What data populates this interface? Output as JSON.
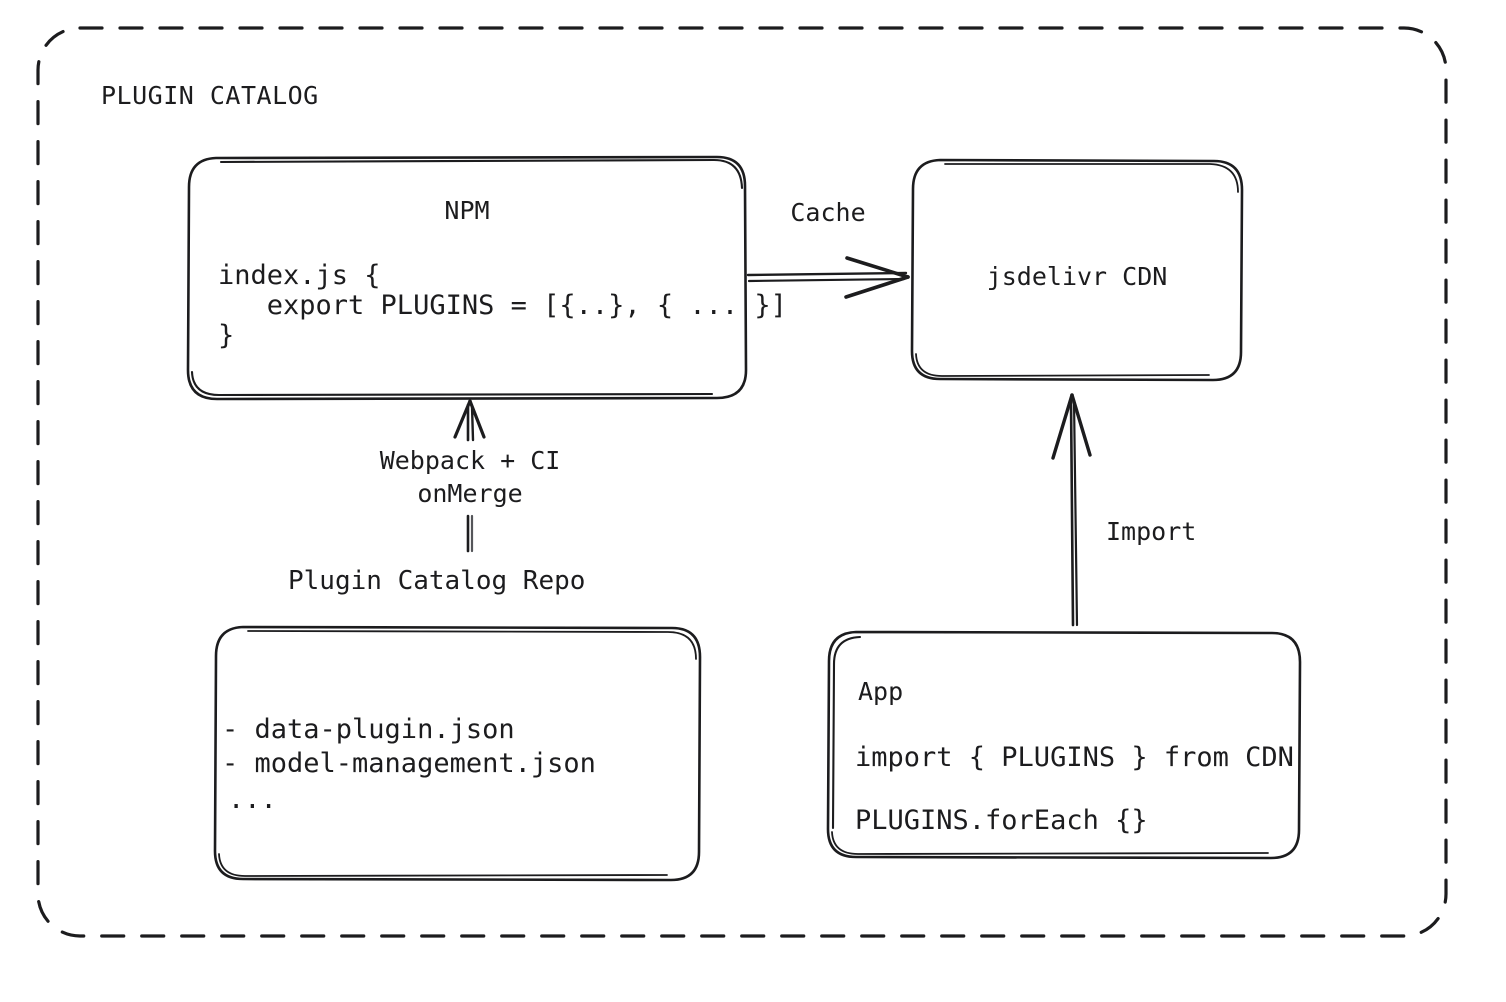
{
  "diagram": {
    "type": "architecture-flow",
    "group": {
      "title": "PLUGIN CATALOG",
      "border_style": "dashed",
      "stroke_color": "#1c1c1e"
    },
    "nodes": [
      {
        "id": "npm",
        "title": "NPM",
        "title_align": "center",
        "lines": [
          "index.js {",
          "   export PLUGINS = [{..}, { ... }]",
          "}"
        ]
      },
      {
        "id": "cdn",
        "title": "jsdelivr CDN",
        "title_align": "center",
        "lines": []
      },
      {
        "id": "repo",
        "caption": "Plugin Catalog Repo",
        "lines": [
          "- data-plugin.json",
          "- model-management.json",
          "..."
        ]
      },
      {
        "id": "app",
        "title": "App",
        "title_align": "left",
        "lines": [
          "import { PLUGINS } from CDN",
          "PLUGINS.forEach {}"
        ]
      }
    ],
    "edges": [
      {
        "id": "npm-to-cdn",
        "label": "Cache",
        "from": "npm",
        "to": "cdn",
        "direction": "right"
      },
      {
        "id": "repo-to-npm",
        "label": "Webpack + CI\nonMerge",
        "label_line1": "Webpack + CI",
        "label_line2": "onMerge",
        "from": "repo",
        "to": "npm",
        "direction": "up"
      },
      {
        "id": "app-to-cdn",
        "label": "Import",
        "from": "app",
        "to": "cdn",
        "direction": "up"
      }
    ]
  }
}
